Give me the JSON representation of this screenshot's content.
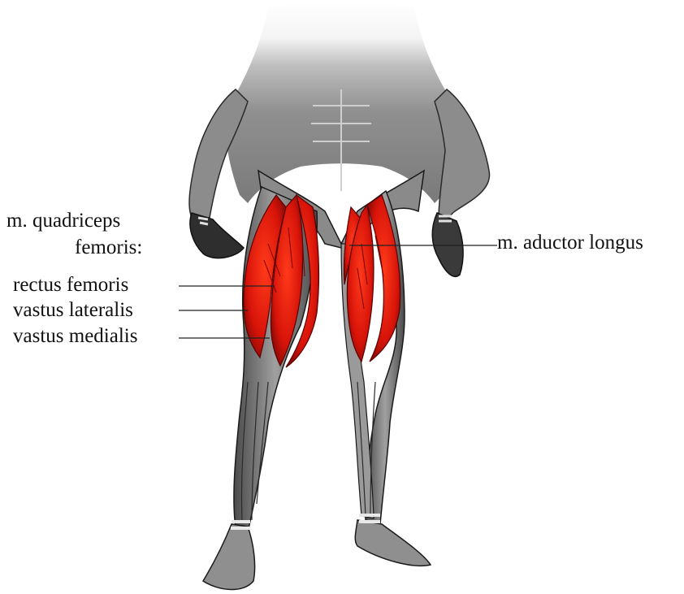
{
  "diagram": {
    "group_label_line1": "m. quadriceps",
    "group_label_line2": "femoris:",
    "labels": {
      "rectus_femoris": "rectus femoris",
      "vastus_lateralis": "vastus lateralis",
      "vastus_medialis": "vastus medialis",
      "adductor_longus": "m. aductor longus"
    }
  },
  "colors": {
    "highlight_muscle": "#d8140a",
    "body_gray": "#8a8a8a",
    "outline": "#1a1a1a",
    "leader_line": "#222222",
    "background": "#ffffff"
  }
}
